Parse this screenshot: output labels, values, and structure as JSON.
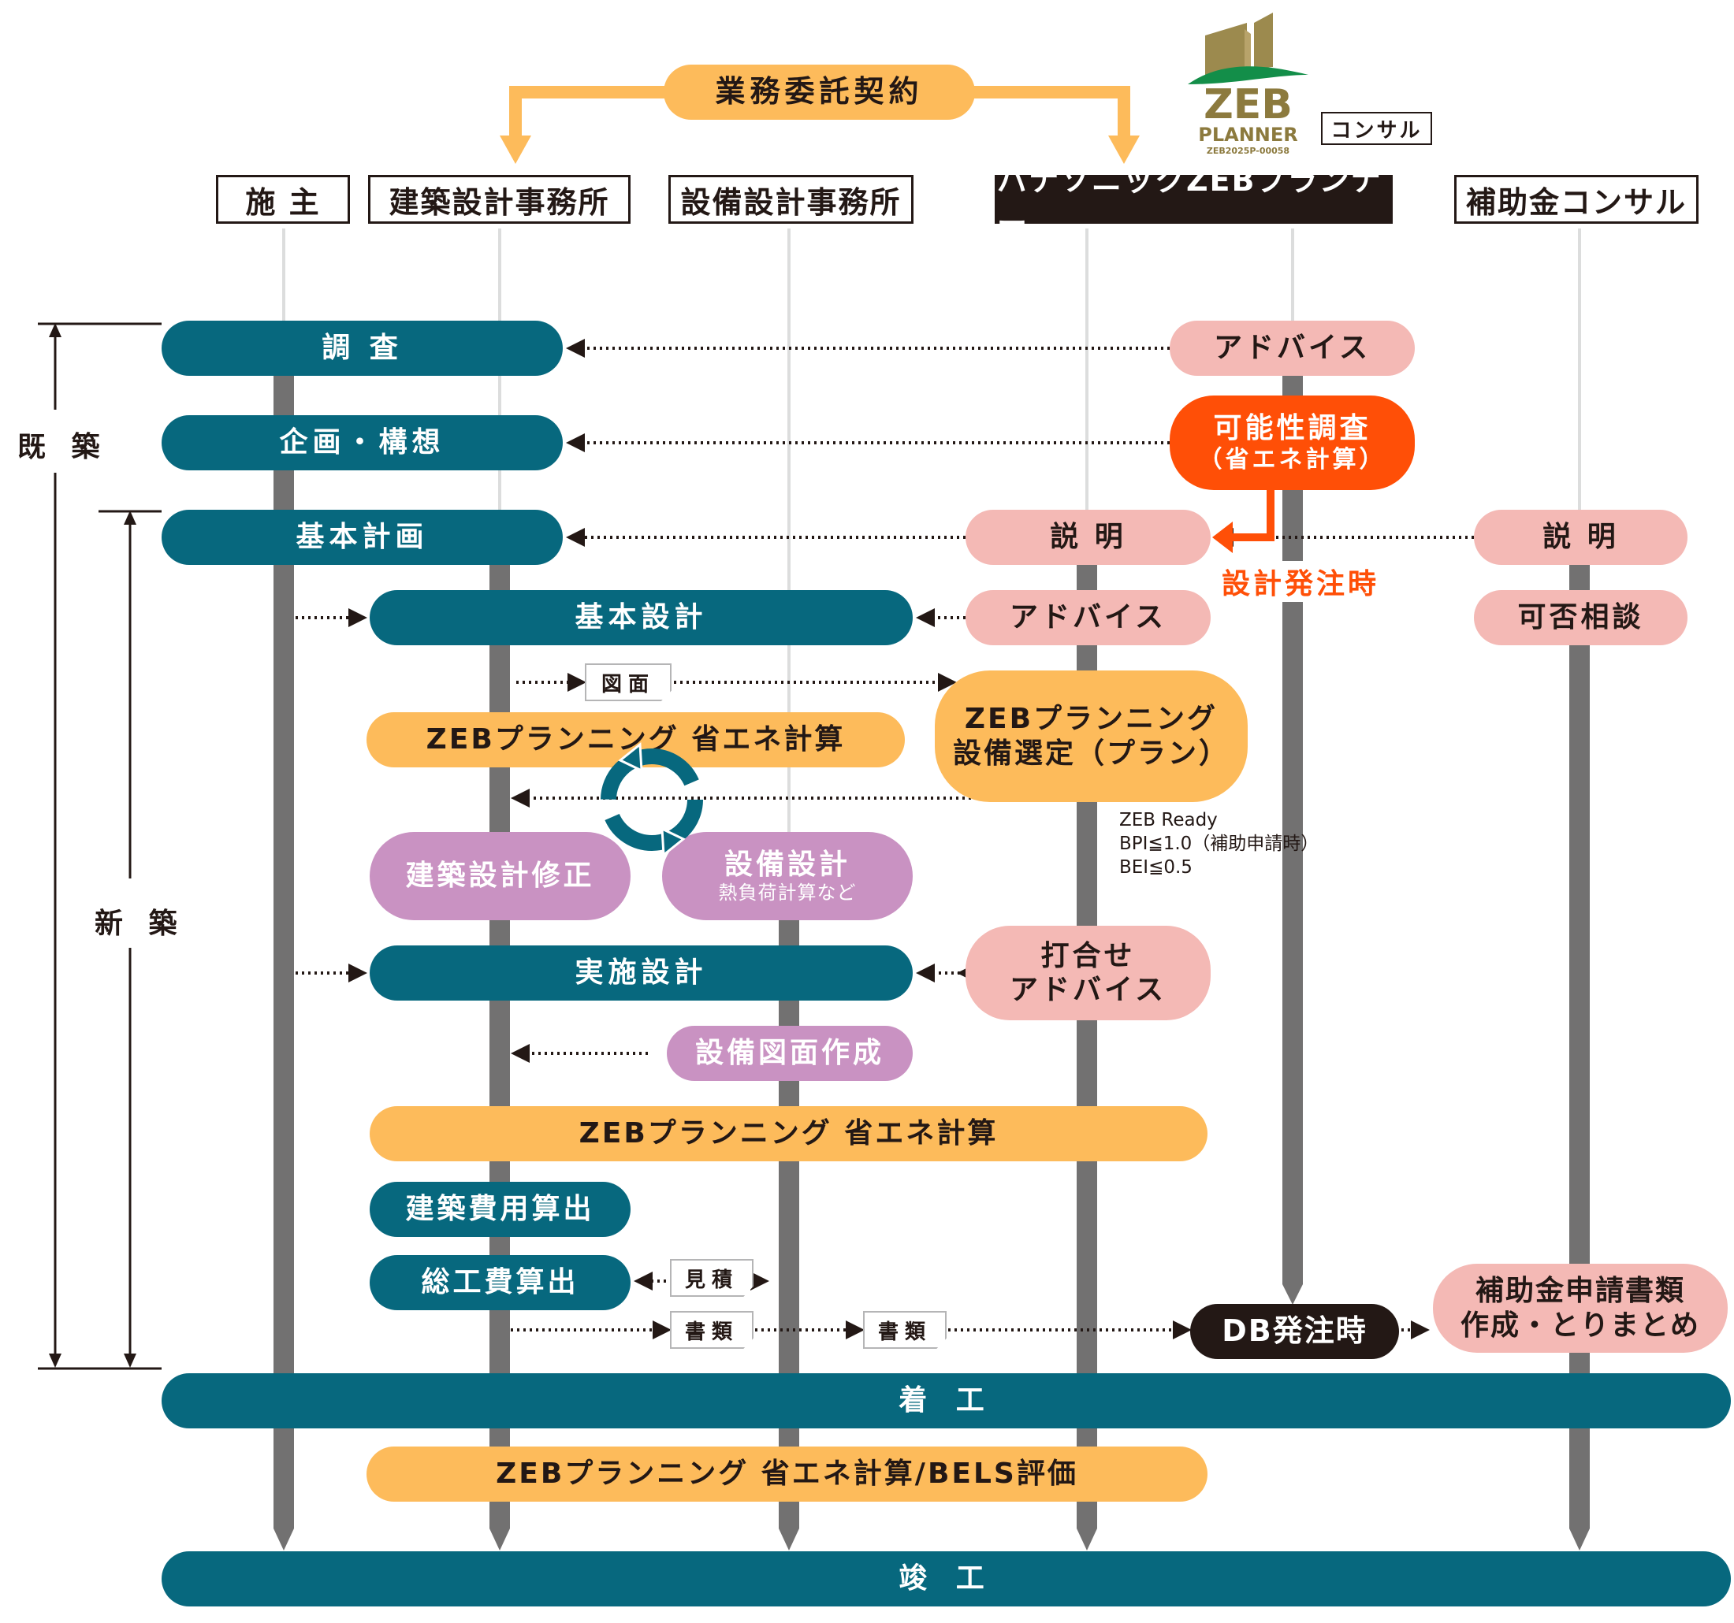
{
  "contract": {
    "label": "業務委託契約"
  },
  "logo": {
    "name": "ZEB",
    "sub": "PLANNER",
    "code": "ZEB2025P-00058",
    "consult_tag": "コンサル"
  },
  "lanes": [
    {
      "id": "owner",
      "label": "施 主"
    },
    {
      "id": "architect",
      "label": "建築設計事務所"
    },
    {
      "id": "mep",
      "label": "設備設計事務所"
    },
    {
      "id": "zeb",
      "label": "パナソニックZEBプランナー"
    },
    {
      "id": "subsidy",
      "label": "補助金コンサル"
    }
  ],
  "phases": {
    "existing": "既 築",
    "new": "新 築"
  },
  "steps": {
    "survey": "調 査",
    "planning": "企画・構想",
    "basic_plan": "基本計画",
    "basic_design": "基本設計",
    "zeb_calc_1": "ZEBプランニング 省エネ計算",
    "arch_revision": "建築設計修正",
    "mep_design": "設備設計",
    "mep_design_sub": "熱負荷計算など",
    "detailed_design": "実施設計",
    "mep_drawings": "設備図面作成",
    "zeb_calc_2": "ZEBプランニング 省エネ計算",
    "building_cost": "建築費用算出",
    "total_cost": "総工費算出",
    "construction_start": "着 工",
    "zeb_calc_bels": "ZEBプランニング 省エネ計算/BELS評価",
    "completion": "竣 工"
  },
  "zeb_steps": {
    "advice_1": "アドバイス",
    "feasibility": "可能性調査",
    "feasibility_sub": "（省エネ計算）",
    "explain": "説 明",
    "advice_2": "アドバイス",
    "equip_select_1": "ZEBプランニング",
    "equip_select_2": "設備選定（プラン）",
    "meeting_1": "打合せ",
    "meeting_2": "アドバイス",
    "db_order": "DB発注時",
    "design_order": "設計発注時"
  },
  "subsidy_steps": {
    "explain": "説 明",
    "consult": "可否相談",
    "docs_1": "補助金申請書類",
    "docs_2": "作成・とりまとめ"
  },
  "tags": {
    "drawings": "図面",
    "estimate": "見積",
    "documents_1": "書類",
    "documents_2": "書類"
  },
  "zeb_note": "ZEB Ready\nBPI≦1.0（補助申請時）\nBEI≦0.5",
  "colors": {
    "teal": "#07687e",
    "pink": "#f4b9b5",
    "orange": "#fdbb5b",
    "red": "#ff4f07",
    "purple": "#c992c2",
    "dark": "#231815",
    "lifeline": "#727171"
  }
}
